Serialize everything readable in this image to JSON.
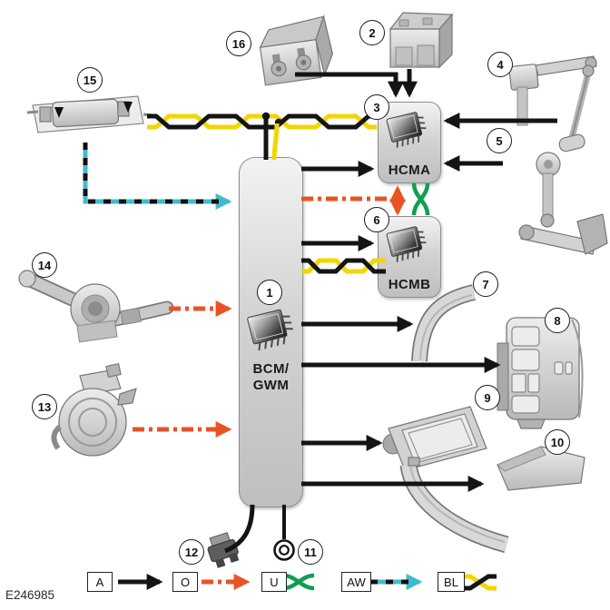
{
  "figure_id": "E246985",
  "modules": {
    "bcm_line1": "BCM/",
    "bcm_line2": "GWM",
    "hcma": "HCMA",
    "hcmb": "HCMB"
  },
  "callouts": {
    "c1": "1",
    "c2": "2",
    "c3": "3",
    "c4": "4",
    "c5": "5",
    "c6": "6",
    "c7": "7",
    "c8": "8",
    "c9": "9",
    "c10": "10",
    "c11": "11",
    "c12": "12",
    "c13": "13",
    "c14": "14",
    "c15": "15",
    "c16": "16"
  },
  "legend": {
    "a": "A",
    "o": "O",
    "u": "U",
    "aw": "AW",
    "bl": "BL"
  },
  "colors": {
    "black": "#141414",
    "orange": "#e85325",
    "green": "#0f9f4f",
    "teal": "#3fbccb",
    "yellow": "#f2d600"
  }
}
